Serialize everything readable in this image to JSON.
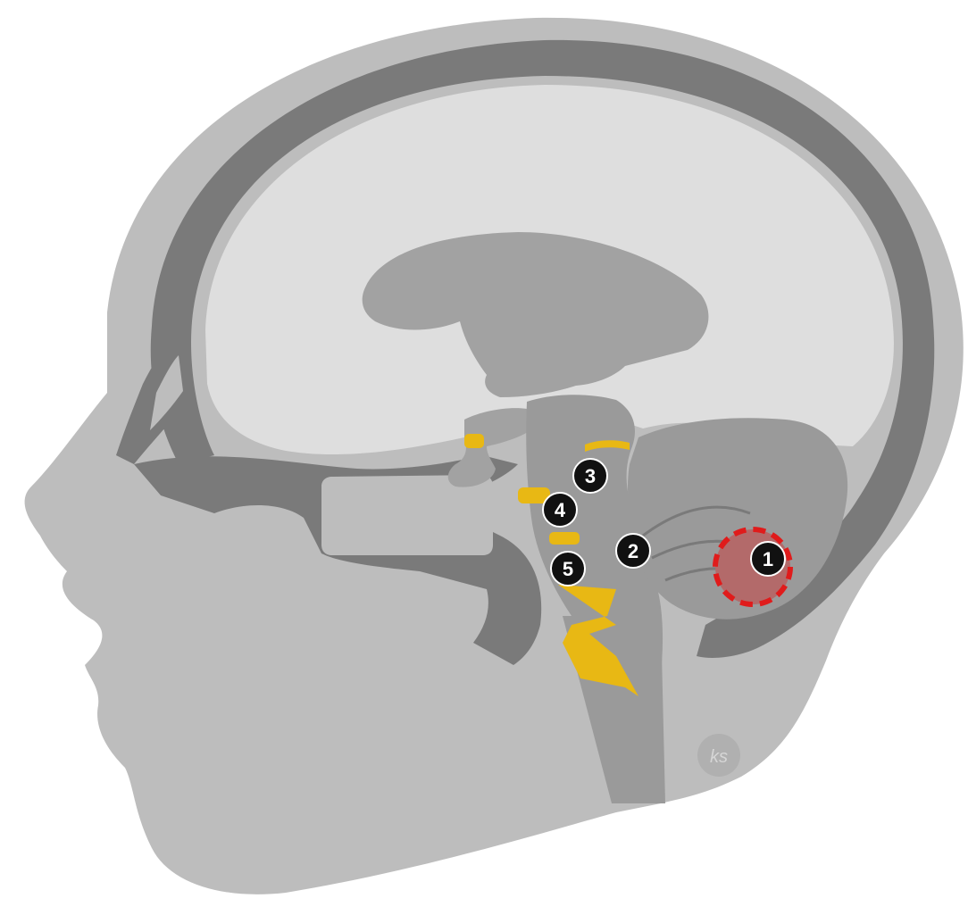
{
  "diagram": {
    "markers": [
      {
        "id": "marker-1",
        "label": "1",
        "highlighted": true
      },
      {
        "id": "marker-2",
        "label": "2",
        "highlighted": false
      },
      {
        "id": "marker-3",
        "label": "3",
        "highlighted": false
      },
      {
        "id": "marker-4",
        "label": "4",
        "highlighted": false
      },
      {
        "id": "marker-5",
        "label": "5",
        "highlighted": false
      }
    ],
    "watermark": "ks"
  },
  "colors": {
    "skin": "#bdbdbd",
    "skull": "#7a7a7a",
    "brain": "#dedede",
    "brainstem": "#9a9a9a",
    "nerves": "#e8b814",
    "marker_fill": "#111111",
    "marker_text": "#ffffff",
    "highlight_fill": "#b36a6a",
    "highlight_stroke": "#e01b1b"
  }
}
